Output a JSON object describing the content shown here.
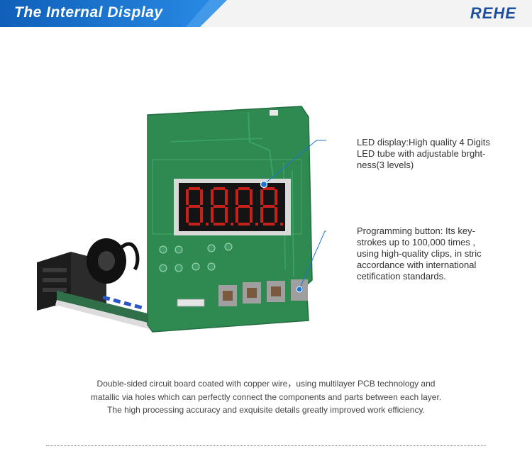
{
  "header": {
    "title": "The Internal Display",
    "brand": "REHE",
    "band_color": "#1a74d0"
  },
  "board": {
    "display_digits": "8.8.8.8."
  },
  "callouts": [
    {
      "lines": [
        "LED display:High quality 4 Digits",
        "LED tube with adjustable brght-",
        "ness(3 levels)"
      ]
    },
    {
      "lines": [
        "Programming button:  Its key-",
        "strokes up to 100,000 times ,",
        "using high-quality clips, in stric",
        "accordance with international",
        "cetification standards."
      ]
    }
  ],
  "caption": {
    "lines": [
      "Double-sided circuit board coated with copper wire，using multilayer PCB technology and",
      "matallic via holes which can perfectly connect the components and parts between each layer.",
      "The high processing accuracy and exquisite details greatly improved work efficiency."
    ]
  }
}
